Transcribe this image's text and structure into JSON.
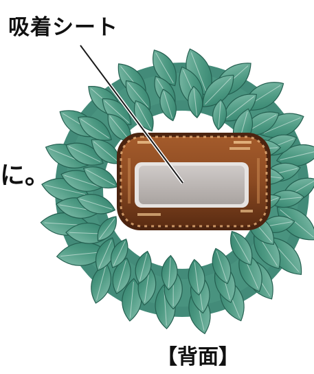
{
  "labels": {
    "callout": "吸着シート",
    "side_text": "に。",
    "caption": "【背面】"
  },
  "colors": {
    "leaf_dark": "#2f7e6a",
    "leaf_mid": "#4e9a83",
    "leaf_light": "#86c0ae",
    "frame_brown": "#8b4a22",
    "frame_dark": "#4c2410",
    "sheet_gray": "#bdb8b6",
    "leader_line": "#1a1a1a"
  },
  "icons": {
    "wreath": "wreath-illustration",
    "clock": "clock-back-illustration"
  }
}
